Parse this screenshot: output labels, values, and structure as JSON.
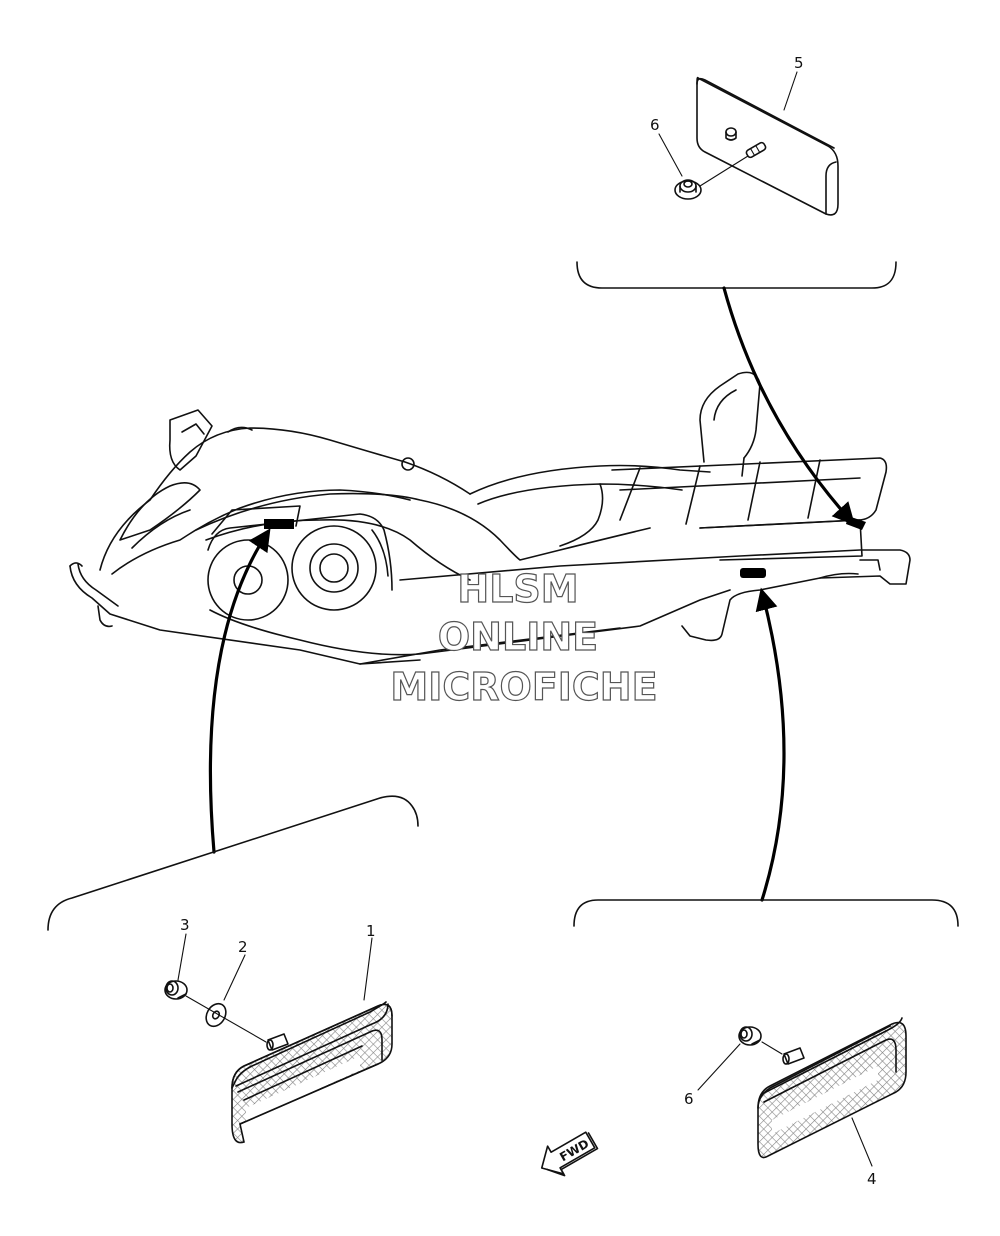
{
  "watermark": {
    "line1": "HLSM",
    "line2": "ONLINE",
    "line3": "MICROFICHE"
  },
  "direction_arrow": {
    "label": "FWD",
    "icon": "forward-arrow-icon"
  },
  "callouts": [
    {
      "id": "callout-1",
      "label": "1"
    },
    {
      "id": "callout-2",
      "label": "2"
    },
    {
      "id": "callout-3",
      "label": "3"
    },
    {
      "id": "callout-4",
      "label": "4"
    },
    {
      "id": "callout-5",
      "label": "5"
    },
    {
      "id": "callout-6-top",
      "label": "6"
    },
    {
      "id": "callout-6-bottom",
      "label": "6"
    }
  ],
  "colors": {
    "line": "#111111",
    "background": "#ffffff",
    "watermark_outline": "#555555",
    "reflector_mesh": "#888888"
  }
}
